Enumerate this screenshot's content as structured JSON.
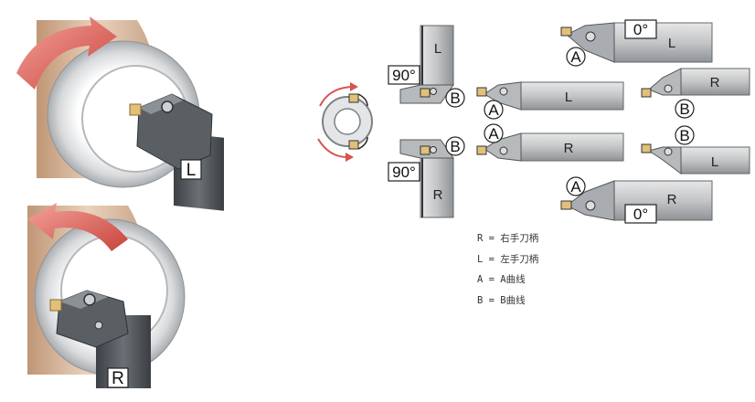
{
  "left_illustrations": {
    "top_label": "L",
    "bottom_label": "R"
  },
  "tools": {
    "angle_90": "90°",
    "angle_0": "0°",
    "curve_a": "A",
    "curve_b": "B",
    "hand_l": "L",
    "hand_r": "R"
  },
  "legend": [
    "R = 右手刀柄",
    "L = 左手刀柄",
    "A = A曲线",
    "B = B曲线"
  ],
  "colors": {
    "tool_body": "#c9cbcd",
    "tool_dark": "#4d5257",
    "insert": "#e2c07a",
    "arrow_red": "#d9534f",
    "workpiece": "#d6b08f"
  }
}
